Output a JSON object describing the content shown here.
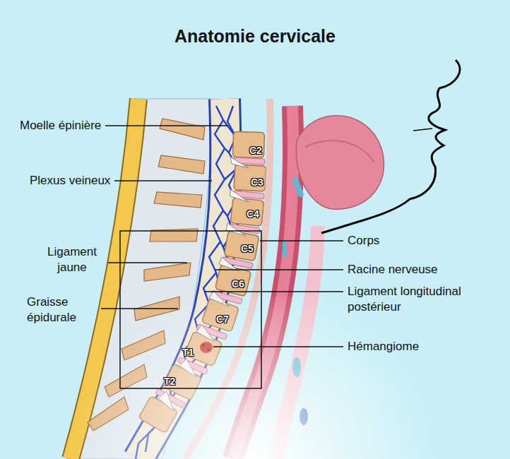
{
  "diagram": {
    "title": "Anatomie cervicale",
    "labels": [
      "Moelle épinière",
      "Plexus veineux",
      "Ligament jaune",
      "Graisse épidurale",
      "Corps",
      "Racine nerveuse",
      "Ligament longitudinal postérieur",
      "Hémangiome",
      "C2",
      "C3",
      "C4",
      "C5",
      "C6",
      "C7",
      "T1",
      "T2"
    ]
  }
}
